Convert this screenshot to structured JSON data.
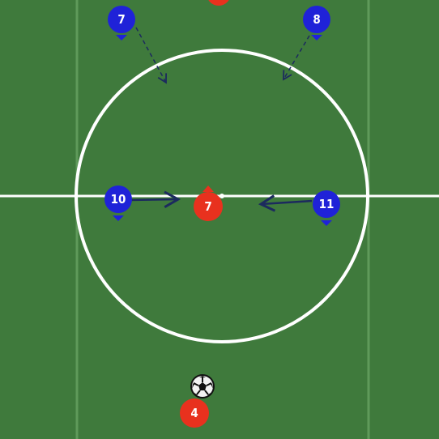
{
  "pitch": {
    "grass_color": "#3f7a3c",
    "stripe_color": "#437e40",
    "line_color": "#ffffff",
    "lane_line_color": "#5f9a5a"
  },
  "players": [
    {
      "id": "blue-7",
      "team": "blue",
      "number": "7",
      "color": "#1f22d8"
    },
    {
      "id": "blue-8",
      "team": "blue",
      "number": "8",
      "color": "#1f22d8"
    },
    {
      "id": "blue-10",
      "team": "blue",
      "number": "10",
      "color": "#1f22d8"
    },
    {
      "id": "blue-11",
      "team": "blue",
      "number": "11",
      "color": "#1f22d8"
    },
    {
      "id": "red-7",
      "team": "red",
      "number": "7",
      "color": "#e8311e"
    },
    {
      "id": "red-4",
      "team": "red",
      "number": "4",
      "color": "#e8311e"
    },
    {
      "id": "red-top",
      "team": "red",
      "number": "",
      "color": "#e8311e"
    }
  ],
  "ball": {
    "icon": "soccer-ball-icon"
  },
  "arrow_color": "#1c2a5e"
}
